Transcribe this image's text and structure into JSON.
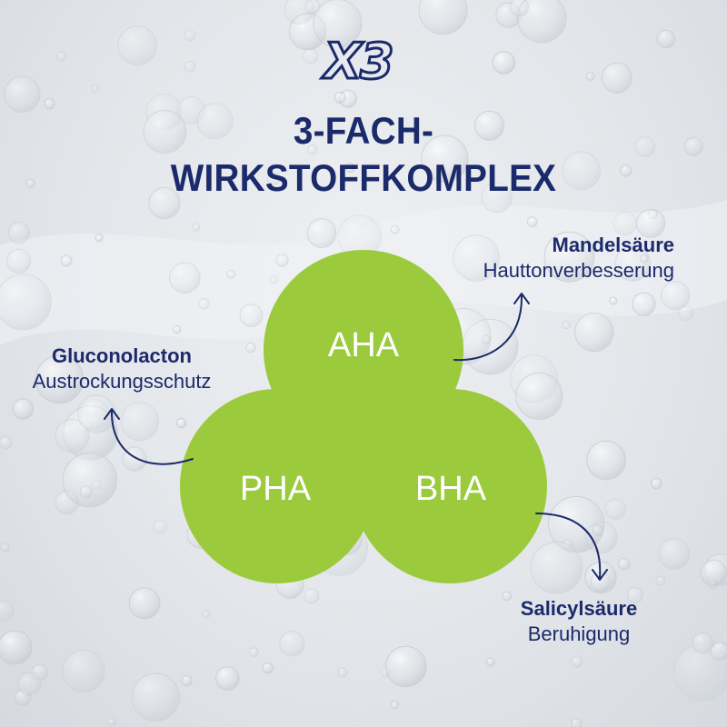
{
  "brand": {
    "logo_text": "X3",
    "color": "#1b2a6b"
  },
  "headline": {
    "line1": "3-FACH-",
    "line2": "WIRKSTOFFKOMPLEX"
  },
  "circles": {
    "color": "#9bcb3c",
    "top": {
      "label": "AHA"
    },
    "left": {
      "label": "PHA"
    },
    "right": {
      "label": "BHA"
    }
  },
  "callouts": {
    "mandelsaeure": {
      "title": "Mandelsäure",
      "subtitle": "Hauttonverbesserung"
    },
    "gluconolacton": {
      "title": "Gluconolacton",
      "subtitle": "Austrockungsschutz"
    },
    "salicylsaeure": {
      "title": "Salicylsäure",
      "subtitle": "Beruhigung"
    }
  }
}
